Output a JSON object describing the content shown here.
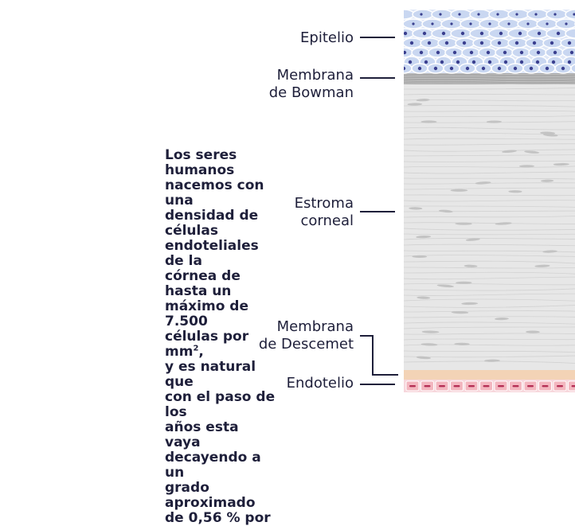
{
  "intro": {
    "line1": "Los seres humanos",
    "line2": "nacemos con una",
    "line3": "densidad de células",
    "line4": "endoteliales de la",
    "line5": "córnea de hasta un",
    "line6": "máximo de 7.500",
    "line7_pre": "células por mm",
    "line7_sup": "2",
    "line7_post": ",",
    "line8": "y es natural que",
    "line9": "con el paso de los",
    "line10": "años esta vaya",
    "line11": "decayendo a un",
    "line12": "grado aproximado",
    "line13": "de 0,56 % por"
  },
  "labels": {
    "epitelio": "Epitelio",
    "bowman_1": "Membrana",
    "bowman_2": "de Bowman",
    "estroma_1": "Estroma",
    "estroma_2": "corneal",
    "descemet_1": "Membrana",
    "descemet_2": "de Descemet",
    "endotelio": "Endotelio"
  },
  "colors": {
    "text": "#1e1f3a",
    "epithelium_cell": "#c9d7f1",
    "epithelium_nucleus": "#3a3f8f",
    "bowman": "#a9a9a9",
    "stroma": "#e7e7e7",
    "descemet": "#f3d3b6",
    "endothelium_cell": "#f3b6bf",
    "endothelium_nucleus": "#b52f55"
  }
}
